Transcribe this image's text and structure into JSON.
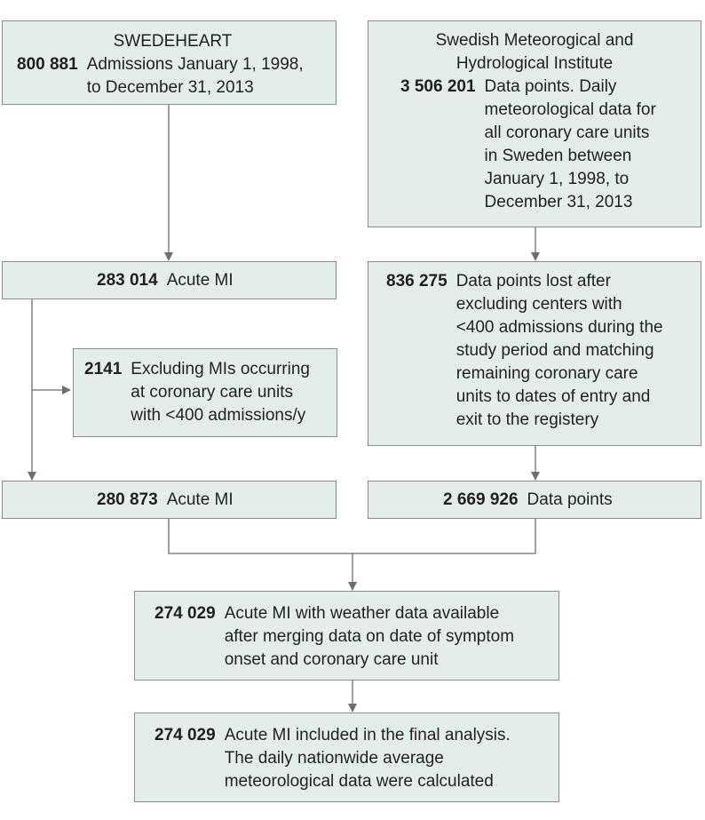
{
  "swedeheart": {
    "title": "SWEDEHEART",
    "count": "800 881",
    "lines": [
      "Admissions January 1, 1998,",
      "to December 31, 2013"
    ]
  },
  "smhi": {
    "title_lines": [
      "Swedish Meteorogical and",
      "Hydrological Institute"
    ],
    "count": "3 506 201",
    "lines": [
      "Data points. Daily",
      "meteorological data for",
      "all coronary care units",
      "in Sweden between",
      "January 1, 1998, to",
      "December 31, 2013"
    ]
  },
  "acute_mi_1": {
    "count": "283 014",
    "label": "Acute MI"
  },
  "data_lost": {
    "count": "836 275",
    "lines": [
      "Data points lost after",
      "excluding centers with",
      "<400 admissions during the",
      "study period and matching",
      "remaining coronary care",
      "units to dates of entry and",
      "exit to the registery"
    ]
  },
  "excluded": {
    "count": "2141",
    "lines": [
      "Excluding MIs occurring",
      "at coronary care units",
      "with <400 admissions/y"
    ]
  },
  "acute_mi_2": {
    "count": "280 873",
    "label": "Acute MI"
  },
  "data_points": {
    "count": "2 669 926",
    "label": "Data points"
  },
  "merged": {
    "count": "274 029",
    "lines": [
      "Acute MI with weather data available",
      "after merging data on date of symptom",
      "onset and coronary care unit"
    ]
  },
  "final": {
    "count": "274 029",
    "lines": [
      "Acute MI included in the final analysis.",
      "The daily nationwide average",
      "meteorological data were calculated"
    ]
  }
}
